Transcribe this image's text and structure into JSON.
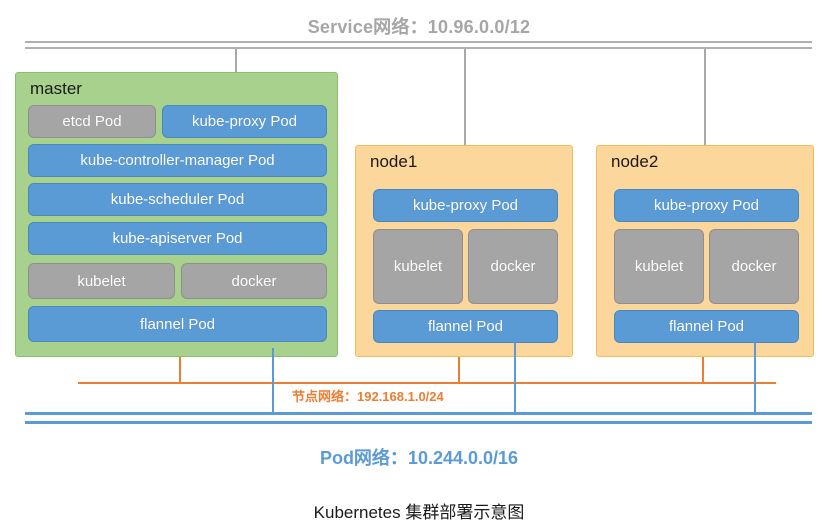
{
  "diagram": {
    "caption": "Kubernetes 集群部署示意图",
    "service_network": {
      "label": "Service网络：10.96.0.0/12",
      "color": "#a6a6a6"
    },
    "node_network": {
      "label": "节点网络：192.168.1.0/24",
      "color": "#ed7d31"
    },
    "pod_network": {
      "label": "Pod网络：10.244.0.0/16",
      "color": "#5b9bd5"
    },
    "hosts": [
      {
        "title": "master",
        "fill": "#a9d18e",
        "components": [
          {
            "label": "etcd Pod",
            "kind": "gray"
          },
          {
            "label": "kube-proxy Pod",
            "kind": "blue"
          },
          {
            "label": "kube-controller-manager Pod",
            "kind": "blue"
          },
          {
            "label": "kube-scheduler Pod",
            "kind": "blue"
          },
          {
            "label": "kube-apiserver Pod",
            "kind": "blue"
          },
          {
            "label": "kubelet",
            "kind": "gray"
          },
          {
            "label": "docker",
            "kind": "gray"
          },
          {
            "label": "flannel Pod",
            "kind": "blue"
          }
        ]
      },
      {
        "title": "node1",
        "fill": "#fcd79b",
        "components": [
          {
            "label": "kube-proxy Pod",
            "kind": "blue"
          },
          {
            "label": "kubelet",
            "kind": "gray"
          },
          {
            "label": "docker",
            "kind": "gray"
          },
          {
            "label": "flannel Pod",
            "kind": "blue"
          }
        ]
      },
      {
        "title": "node2",
        "fill": "#fcd79b",
        "components": [
          {
            "label": "kube-proxy Pod",
            "kind": "blue"
          },
          {
            "label": "kubelet",
            "kind": "gray"
          },
          {
            "label": "docker",
            "kind": "gray"
          },
          {
            "label": "flannel Pod",
            "kind": "blue"
          }
        ]
      }
    ]
  }
}
